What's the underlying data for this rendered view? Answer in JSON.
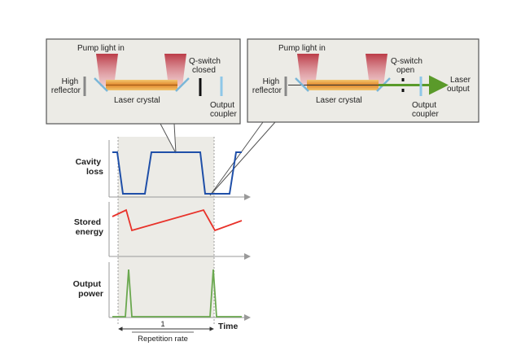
{
  "panels": [
    {
      "pump_label": "Pump light in",
      "high_reflector": [
        "High",
        "reflector"
      ],
      "crystal_label": "Laser crystal",
      "qswitch_label": [
        "Q-switch",
        "closed"
      ],
      "output_coupler": [
        "Output",
        "coupler"
      ]
    },
    {
      "pump_label": "Pump light in",
      "high_reflector": [
        "High",
        "reflector"
      ],
      "crystal_label": "Laser crystal",
      "qswitch_label": [
        "Q-switch",
        "open"
      ],
      "output_coupler": [
        "Output",
        "coupler"
      ],
      "laser_output": [
        "Laser",
        "output"
      ]
    }
  ],
  "timing": {
    "cavity_loss": [
      "Cavity",
      "loss"
    ],
    "stored_energy": [
      "Stored",
      "energy"
    ],
    "output_power": [
      "Output",
      "power"
    ],
    "time_label": "Time",
    "period_label": "1",
    "rate_label": "Repetition rate"
  },
  "colors": {
    "loss": "#1f4fa8",
    "energy": "#e8322a",
    "power": "#6aa84f",
    "pump": "#d96a7a",
    "crystal": "#e8a030",
    "beam": "#5a9a2a",
    "coupler": "#8ec7e8"
  }
}
